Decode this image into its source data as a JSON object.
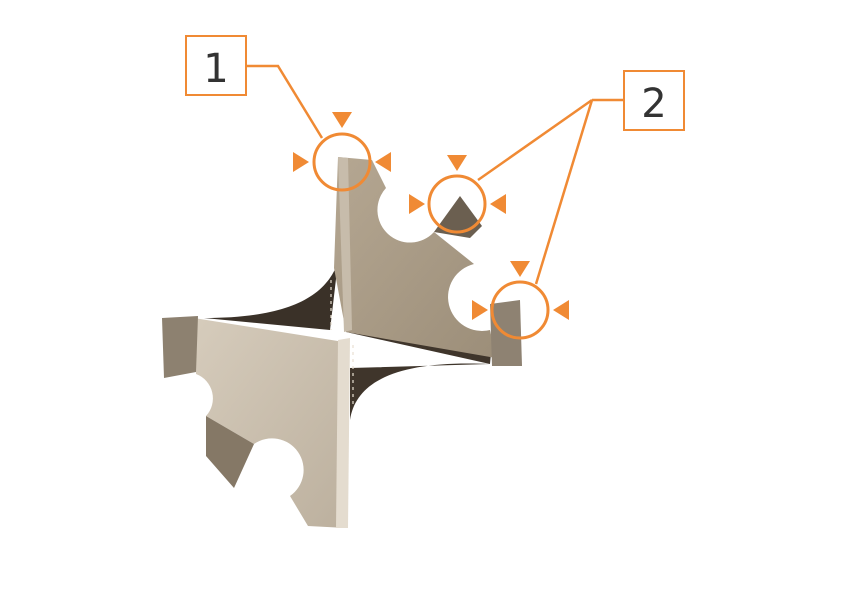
{
  "figure": {
    "accent_color": "#F08A34",
    "object": "interlocking-cross-shaped-panel-assembly",
    "callouts": [
      {
        "id": "callout-1",
        "label": "1",
        "targets": [
          "top-edge-joint"
        ]
      },
      {
        "id": "callout-2",
        "label": "2",
        "targets": [
          "upper-right-corner-joint",
          "right-edge-joint"
        ]
      }
    ]
  }
}
